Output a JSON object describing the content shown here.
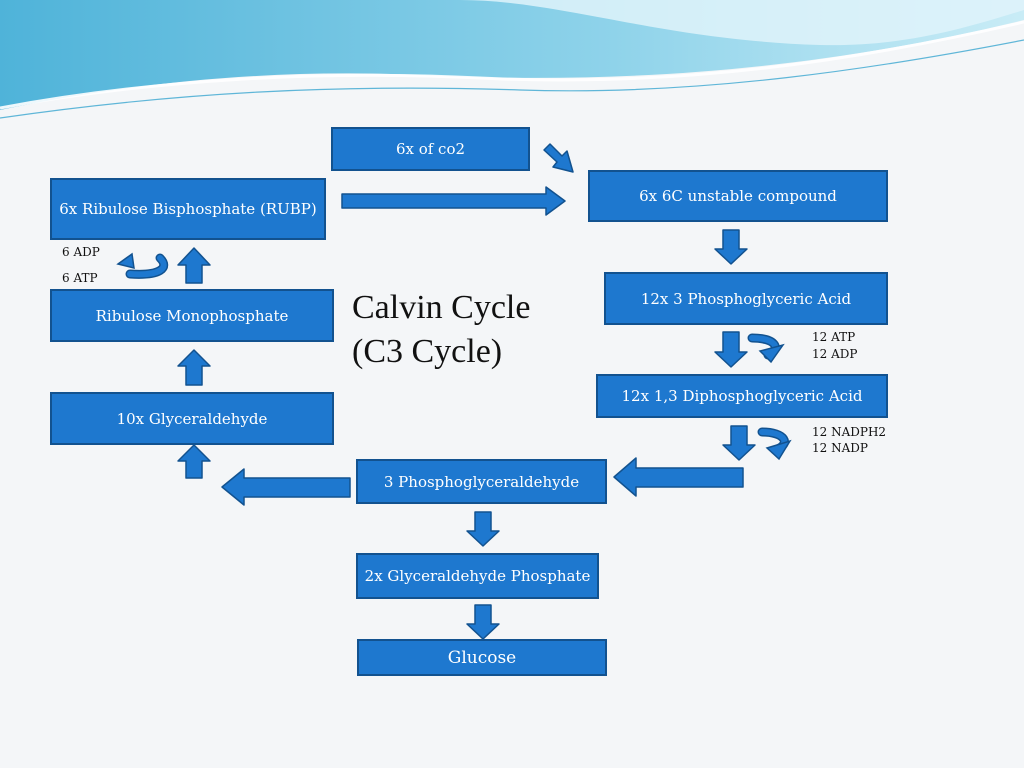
{
  "title": {
    "line1": "Calvin Cycle",
    "line2": "(C3 Cycle)"
  },
  "nodes": {
    "co2": "6x of co2",
    "rubp": "6x Ribulose Bisphosphate (RUBP)",
    "unstable": "6x 6C unstable compound",
    "pga": "12x 3 Phosphoglyceric Acid",
    "ribulose_mono": "Ribulose Monophosphate",
    "dpga": "12x 1,3 Diphosphoglyceric Acid",
    "glyceraldehyde": "10x Glyceraldehyde",
    "pgal": "3  Phosphoglyceraldehyde",
    "g3p": "2x Glyceraldehyde Phosphate",
    "glucose": "Glucose"
  },
  "notes": {
    "adp6": "6 ADP",
    "atp6": "6 ATP",
    "atp12": "12 ATP",
    "adp12": "12 ADP",
    "nadph12": "12 NADPH2",
    "nadp12": "12 NADP"
  },
  "colors": {
    "box_fill": "#1e78cf",
    "box_border": "#12528f",
    "arrow_fill": "#1e78cf",
    "header_wave": "#6bc2e0"
  }
}
